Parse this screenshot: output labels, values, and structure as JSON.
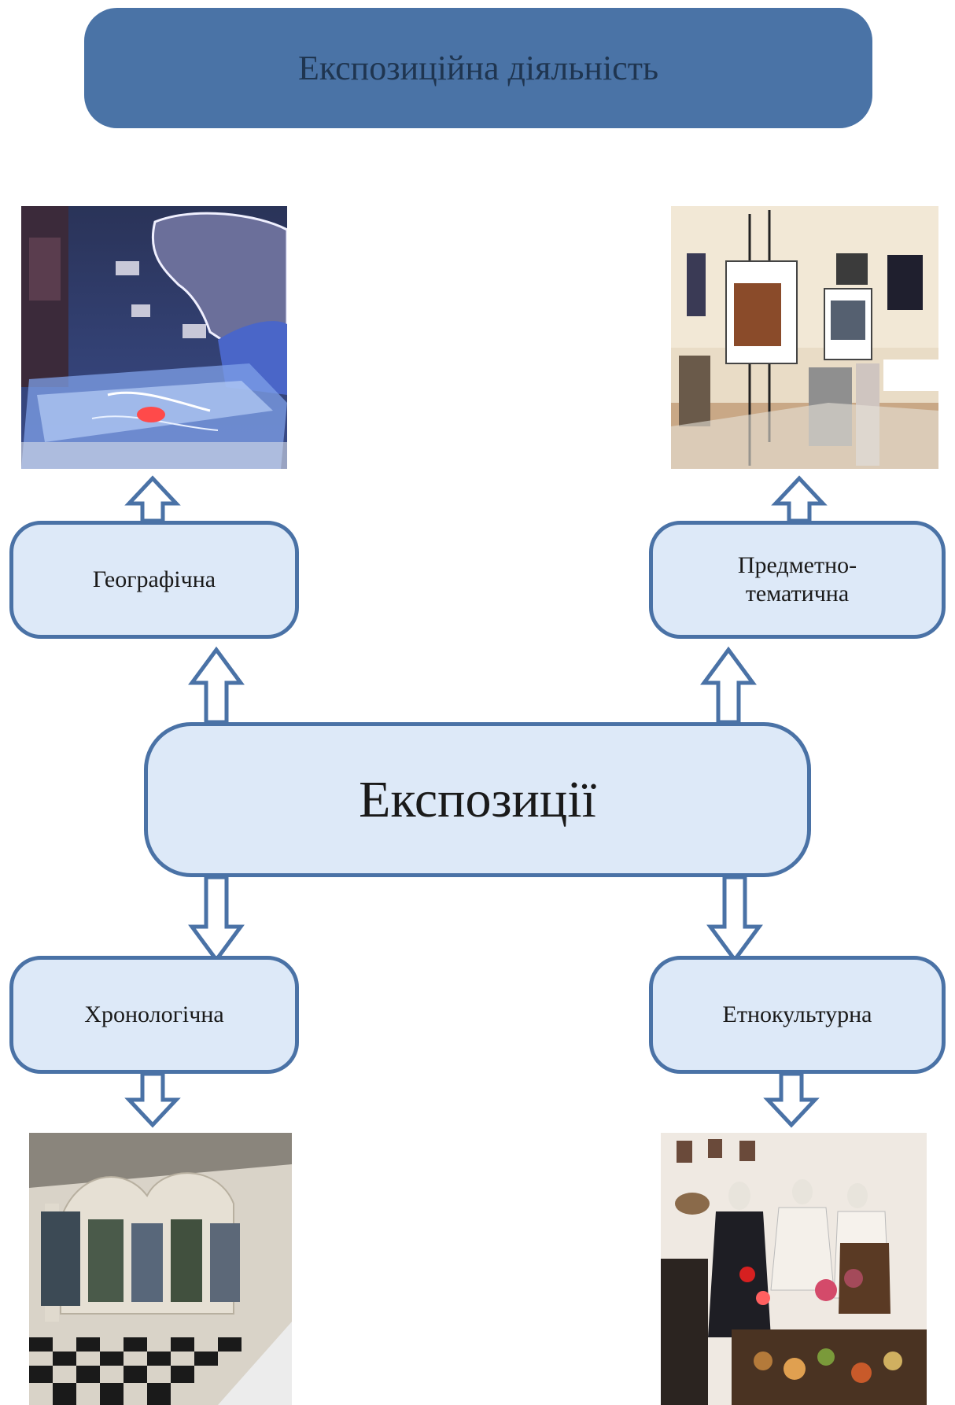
{
  "title": "Експозиційна діяльність",
  "center_node": "Експозиції",
  "nodes": {
    "geographic": "Географічна",
    "subject_thematic": "Предметно-тематична",
    "chronological": "Хронологічна",
    "ethnocultural": "Етнокультурна"
  },
  "colors": {
    "banner": "#4a73a6",
    "node_fill": "#dde9f8",
    "node_border": "#4a72a6"
  },
  "photos": {
    "geographic": "museum-map-diorama-photo",
    "subject_thematic": "art-gallery-exhibition-photo",
    "chronological": "historical-exhibition-hall-photo",
    "ethnocultural": "folk-costume-exhibition-photo"
  }
}
